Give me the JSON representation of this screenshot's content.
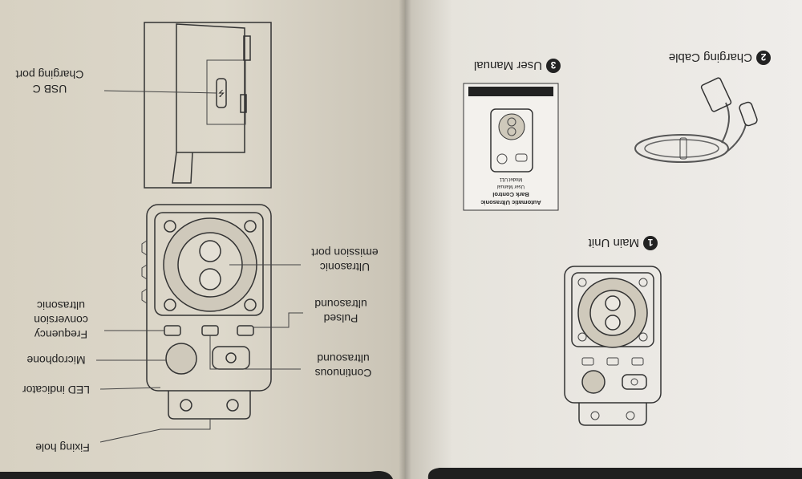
{
  "left_page": {
    "callouts": {
      "usb_c": [
        "USB C",
        "Charging port"
      ],
      "ultrasonic_port": [
        "Ultrasonic",
        "emission port"
      ],
      "pulsed": [
        "Pulsed",
        "ultrasound"
      ],
      "frequency": [
        "Frequency",
        "conversion",
        "ultrasonic"
      ],
      "microphone": [
        "Microphone"
      ],
      "continuous": [
        "Continuous",
        "ultrasound"
      ],
      "led": [
        "LED indicator"
      ],
      "fixing_hole": [
        "Fixing hole"
      ]
    }
  },
  "right_page": {
    "items": [
      {
        "number": "1",
        "label": "Main Unit"
      },
      {
        "number": "2",
        "label": "Charging Cable"
      },
      {
        "number": "3",
        "label": "User Manual"
      }
    ],
    "manual_cover": {
      "title_line1": "Automatic Ultrasonic",
      "title_line2": "Bark Control",
      "subtitle": "User Manual",
      "model": "Model:U11"
    }
  }
}
